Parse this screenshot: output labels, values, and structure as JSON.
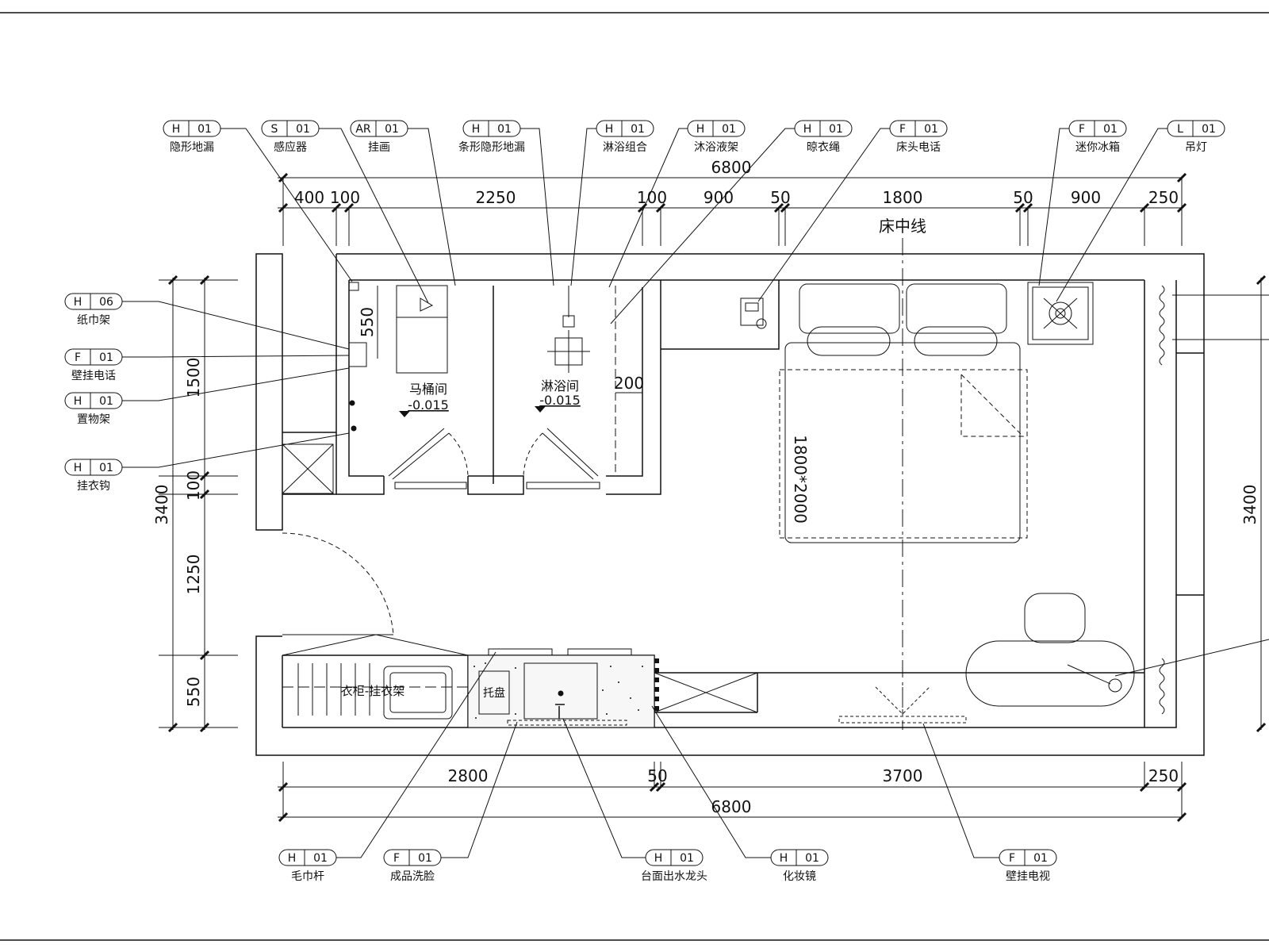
{
  "callouts_top": [
    {
      "code": "H",
      "num": "01",
      "label": "隐形地漏"
    },
    {
      "code": "S",
      "num": "01",
      "label": "感应器"
    },
    {
      "code": "AR",
      "num": "01",
      "label": "挂画"
    },
    {
      "code": "H",
      "num": "01",
      "label": "条形隐形地漏"
    },
    {
      "code": "H",
      "num": "01",
      "label": "淋浴组合"
    },
    {
      "code": "H",
      "num": "01",
      "label": "沐浴液架"
    },
    {
      "code": "H",
      "num": "01",
      "label": "晾衣绳"
    },
    {
      "code": "F",
      "num": "01",
      "label": "床头电话"
    },
    {
      "code": "F",
      "num": "01",
      "label": "迷你冰箱"
    },
    {
      "code": "L",
      "num": "01",
      "label": "吊灯"
    }
  ],
  "callouts_left": [
    {
      "code": "H",
      "num": "06",
      "label": "纸巾架"
    },
    {
      "code": "F",
      "num": "01",
      "label": "壁挂电话"
    },
    {
      "code": "H",
      "num": "01",
      "label": "置物架"
    },
    {
      "code": "H",
      "num": "01",
      "label": "挂衣钩"
    }
  ],
  "callouts_bottom": [
    {
      "code": "H",
      "num": "01",
      "label": "毛巾杆"
    },
    {
      "code": "F",
      "num": "01",
      "label": "成品洗脸"
    },
    {
      "code": "H",
      "num": "01",
      "label": "台面出水龙头"
    },
    {
      "code": "H",
      "num": "01",
      "label": "化妆镜"
    },
    {
      "code": "F",
      "num": "01",
      "label": "壁挂电视"
    }
  ],
  "dims": {
    "top_total": "6800",
    "top_400": "400",
    "top_100a": "100",
    "top_2250": "2250",
    "top_100b": "100",
    "top_900a": "900",
    "top_50a": "50",
    "top_1800": "1800",
    "top_50b": "50",
    "top_900b": "900",
    "top_250": "250",
    "left_1500": "1500",
    "left_100": "100",
    "left_1250": "1250",
    "left_550": "550",
    "left_3400": "3400",
    "right_3400": "3400",
    "bot_2800": "2800",
    "bot_50": "50",
    "bot_3700": "3700",
    "bot_250": "250",
    "bot_total": "6800",
    "wc_550": "550",
    "shower_200": "200"
  },
  "labels": {
    "bed_centerline": "床中线",
    "bed_size": "1800*2000",
    "wc_room": "马桶间",
    "wc_level": "-0.015",
    "shower_room": "淋浴间",
    "shower_level": "-0.015",
    "wardrobe": "衣柜-挂衣架",
    "basin": "托盘"
  }
}
